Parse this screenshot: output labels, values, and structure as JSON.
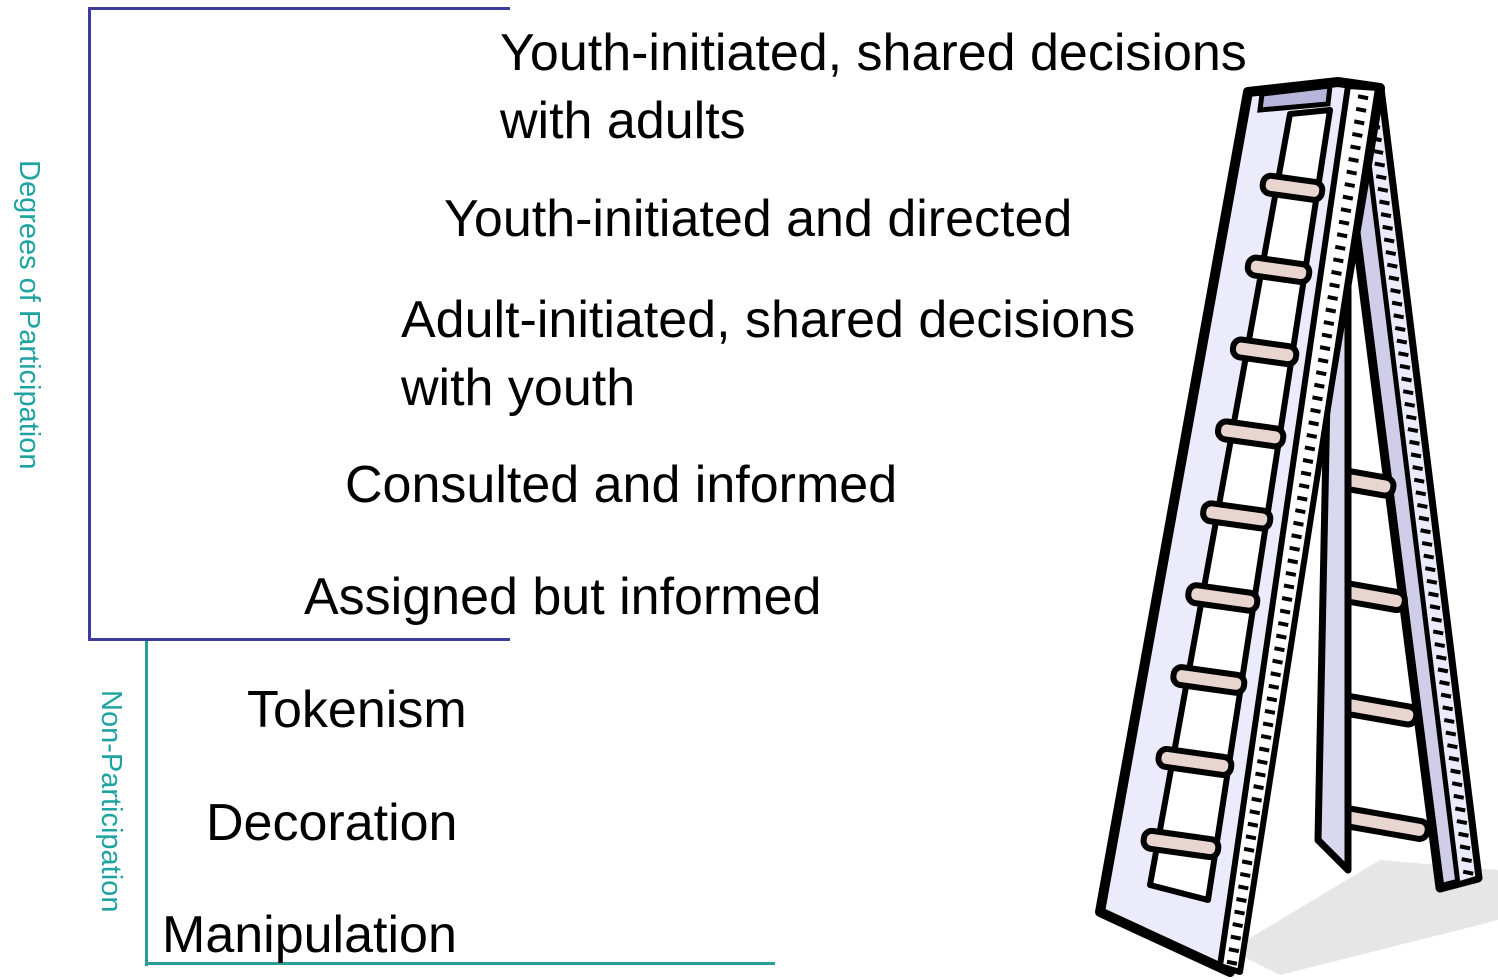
{
  "colors": {
    "participation_bracket": "#3b3c9c",
    "non_participation_bracket": "#2a9d98",
    "side_label": "#1fa3a0",
    "text": "#000000",
    "ladder_outline": "#000000",
    "ladder_face": "#ecebfb",
    "ladder_side": "#b3b1d6",
    "rung": "#e8d5d0",
    "shadow": "#e0e0e0"
  },
  "groups": {
    "participation_label": "Degrees of Participation",
    "non_participation_label": "Non-Participation"
  },
  "rungs": [
    {
      "level": 8,
      "lines": [
        "Youth-initiated, shared decisions",
        "with adults"
      ]
    },
    {
      "level": 7,
      "lines": [
        "Youth-initiated and directed"
      ]
    },
    {
      "level": 6,
      "lines": [
        "Adult-initiated, shared decisions",
        "with youth"
      ]
    },
    {
      "level": 5,
      "lines": [
        "Consulted and informed"
      ]
    },
    {
      "level": 4,
      "lines": [
        "Assigned but informed"
      ]
    },
    {
      "level": 3,
      "lines": [
        "Tokenism"
      ]
    },
    {
      "level": 2,
      "lines": [
        "Decoration"
      ]
    },
    {
      "level": 1,
      "lines": [
        "Manipulation"
      ]
    }
  ],
  "icons": {
    "ladder": "ladder-icon"
  }
}
